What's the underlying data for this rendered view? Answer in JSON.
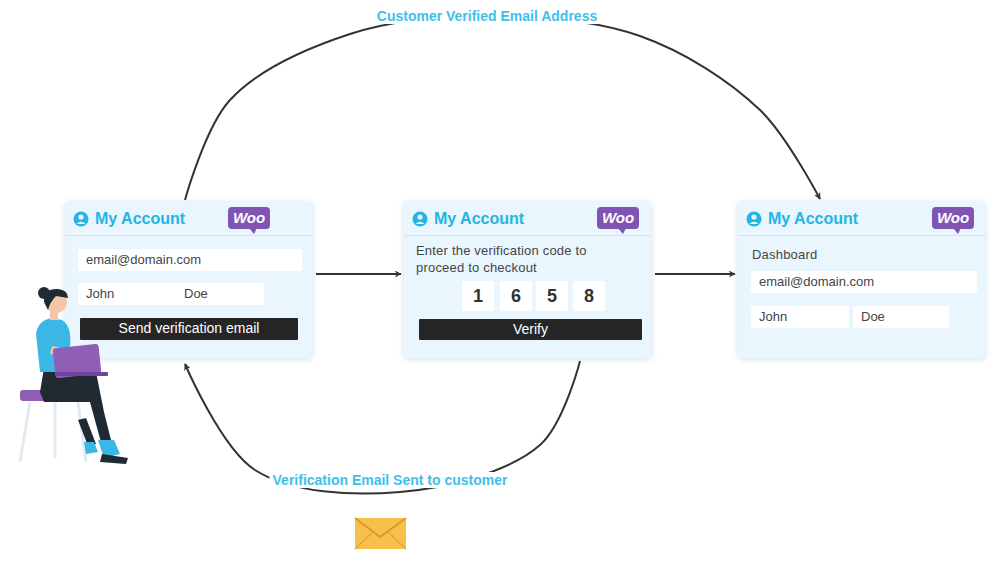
{
  "diagram": {
    "nodes": [
      {
        "text": [
          "My Account"
        ]
      },
      {
        "text": [
          "Woo"
        ],
        "in": 0
      },
      {
        "text": [
          "email@domain.com"
        ],
        "in": 0
      },
      {
        "text": [
          "John"
        ],
        "in": 0
      },
      {
        "text": [
          "Doe"
        ],
        "in": 0
      },
      {
        "text": [
          "Send verification email"
        ],
        "in": 0
      },
      {
        "text": [
          "My Account",
          "Enter the verification code to proceed to checkout"
        ]
      },
      {
        "text": [
          "Woo"
        ],
        "in": 6
      },
      {
        "text": [
          "1"
        ],
        "in": 6
      },
      {
        "text": [
          "6"
        ],
        "in": 6
      },
      {
        "text": [
          "5"
        ],
        "in": 6
      },
      {
        "text": [
          "8"
        ],
        "in": 6
      },
      {
        "text": [
          "Verify"
        ],
        "in": 6
      },
      {
        "text": [
          "My Account",
          "Dashboard"
        ]
      },
      {
        "text": [
          "Woo"
        ],
        "in": 13
      },
      {
        "text": [
          "email@domain.com"
        ],
        "in": 13
      },
      {
        "text": [
          "John"
        ],
        "in": 13
      },
      {
        "text": [
          "Doe"
        ],
        "in": 13
      }
    ],
    "edges": [
      {
        "from": 0,
        "to": 6,
        "arrow": "to"
      },
      {
        "from": 6,
        "to": 13,
        "arrow": "to"
      },
      {
        "from": 0,
        "to": 13,
        "label": "Customer Verified Email Address",
        "arrow": "to"
      },
      {
        "from": 6,
        "to": 0,
        "label": "Verification Email Sent to customer",
        "arrow": "to"
      }
    ]
  }
}
